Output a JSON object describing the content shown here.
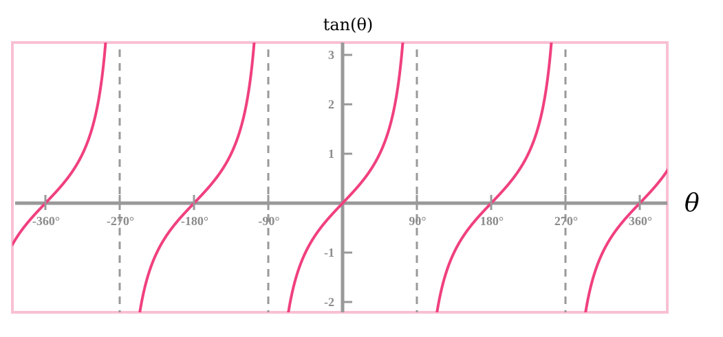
{
  "chart_data": {
    "type": "line",
    "title": "tan(θ)",
    "xlabel": "θ",
    "ylabel": "",
    "xlim": [
      -400,
      425
    ],
    "ylim": [
      -2.2,
      3.25
    ],
    "x_ticks": [
      -360,
      -270,
      -180,
      -90,
      90,
      180,
      270,
      360
    ],
    "x_tick_labels": [
      "-360°",
      "-270°",
      "-180°",
      "-90°",
      "90°",
      "180°",
      "270°",
      "360°"
    ],
    "y_ticks": [
      3,
      2,
      1,
      -1,
      -2
    ],
    "y_tick_labels": [
      "3",
      "2",
      "1",
      "-1",
      "-2"
    ],
    "asymptotes": [
      -270,
      -90,
      90,
      270
    ],
    "series": [
      {
        "function": "tan",
        "unit": "degrees"
      }
    ],
    "grid": false
  },
  "colors": {
    "curve": "#f0407f",
    "border": "#f9c0d4",
    "axis": "#999999",
    "asymptote": "#999999",
    "tick_text": "#8c8c8c"
  }
}
